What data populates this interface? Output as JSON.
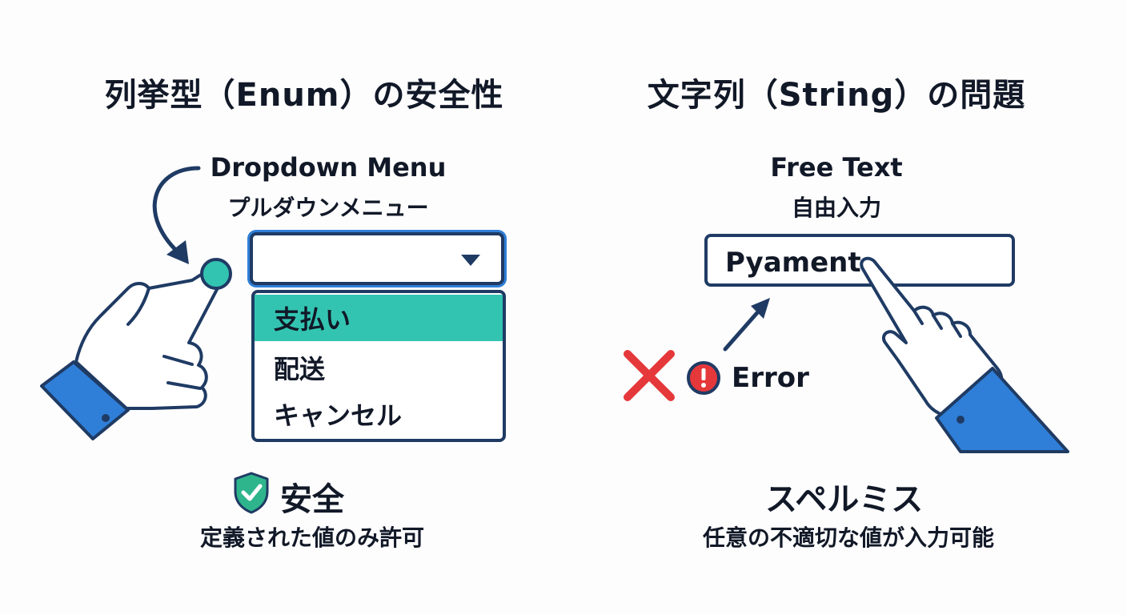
{
  "left_panel": {
    "title": "列挙型（Enum）の安全性",
    "label_en": "Dropdown Menu",
    "label_jp": "プルダウンメニュー",
    "dropdown": {
      "value": "",
      "options": [
        "支払い",
        "配送",
        "キャンセル"
      ],
      "selected_index": 0
    },
    "status": "安全",
    "status_sub": "定義された値のみ許可"
  },
  "right_panel": {
    "title": "文字列（String）の問題",
    "label_en": "Free Text",
    "label_jp": "自由入力",
    "input_value": "Pyament",
    "error_label": "Error",
    "status": "スペルミス",
    "status_sub": "任意の不適切な値が入力可能"
  },
  "colors": {
    "navy": "#1f3b64",
    "teal": "#33c4b1",
    "blue": "#2f7fd8",
    "error_red": "#e5383b",
    "shield_green": "#2fb58c"
  },
  "icons": {
    "pointing_hand_left": "pointing-hand-icon",
    "pointing_hand_right": "pointing-hand-icon",
    "shield": "shield-check-icon",
    "cross": "x-cross-icon",
    "error": "error-exclamation-icon"
  }
}
